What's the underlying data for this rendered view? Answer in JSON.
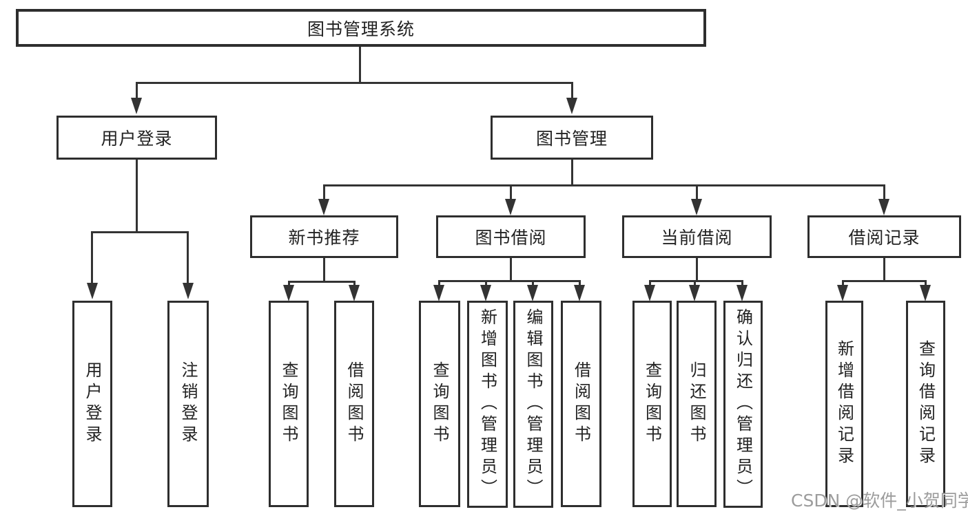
{
  "colors": {
    "line": "#333333",
    "box_border": "#2e2e2e",
    "box_background": "#ffffff",
    "text": "#222222",
    "watermark": "#949494",
    "page_background": "#ffffff"
  },
  "tree": {
    "root": {
      "label": "图书管理系统"
    },
    "branches": [
      {
        "label": "用户登录",
        "children": [
          {
            "label": "用户登录"
          },
          {
            "label": "注销登录"
          }
        ]
      },
      {
        "label": "图书管理",
        "children": [
          {
            "label": "新书推荐",
            "children": [
              {
                "label": "查询图书"
              },
              {
                "label": "借阅图书"
              }
            ]
          },
          {
            "label": "图书借阅",
            "children": [
              {
                "label": "查询图书"
              },
              {
                "label": "新增图书（管理员）"
              },
              {
                "label": "编辑图书（管理员）"
              },
              {
                "label": "借阅图书"
              }
            ]
          },
          {
            "label": "当前借阅",
            "children": [
              {
                "label": "查询图书"
              },
              {
                "label": "归还图书"
              },
              {
                "label": "确认归还（管理员）"
              }
            ]
          },
          {
            "label": "借阅记录",
            "children": [
              {
                "label": "新增借阅记录"
              },
              {
                "label": "查询借阅记录"
              }
            ]
          }
        ]
      }
    ]
  },
  "watermark": {
    "text": "CSDN @软件_小贺同学"
  }
}
